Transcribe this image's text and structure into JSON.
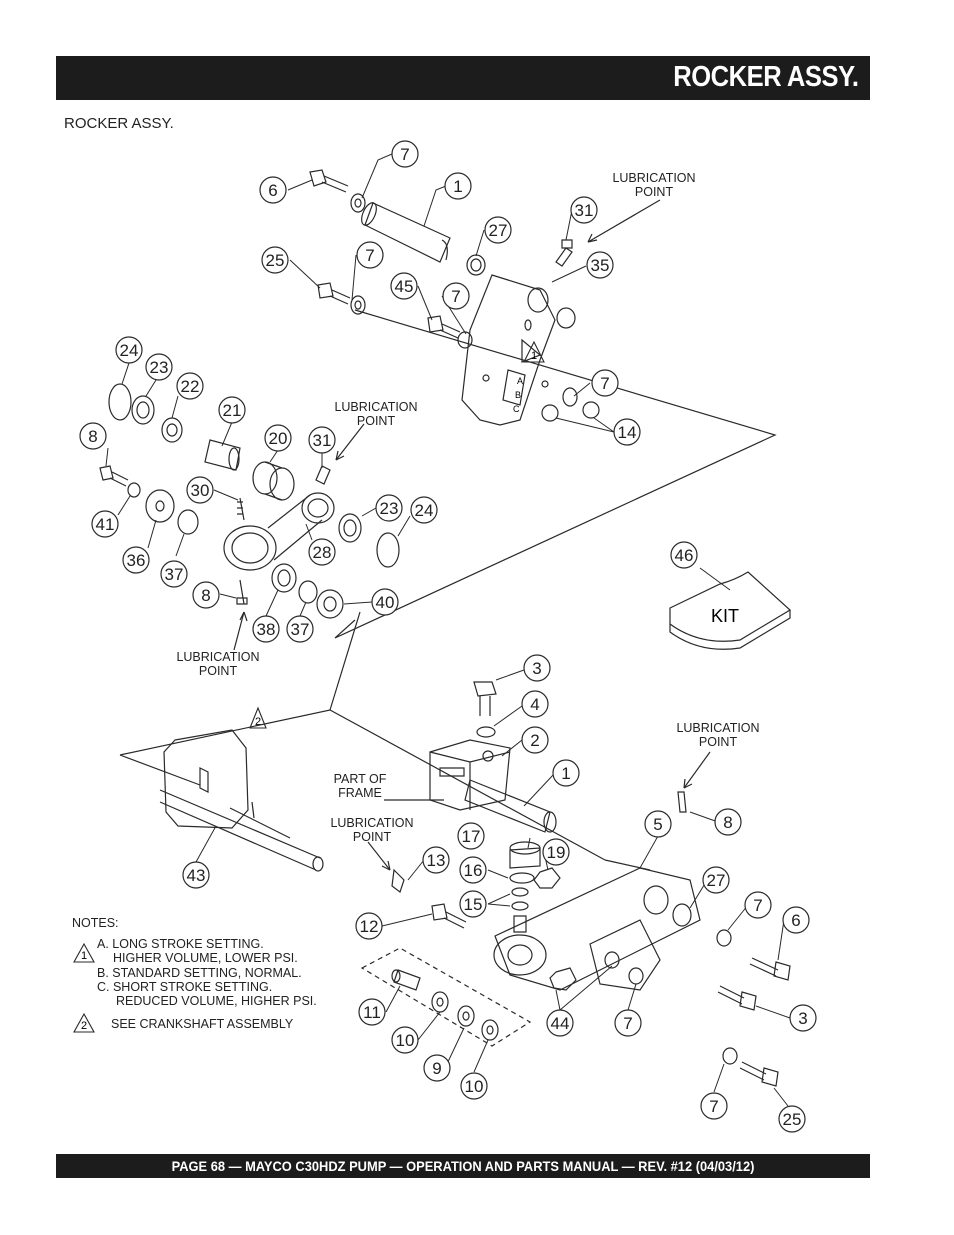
{
  "header": {
    "title": "ROCKER ASSY."
  },
  "section_title": "ROCKER ASSY.",
  "footer": {
    "text": "PAGE 68 — MAYCO C30HDZ PUMP — OPERATION AND PARTS MANUAL — REV. #12 (04/03/12)"
  },
  "labels": {
    "lubrication_point_line1": "LUBRICATION",
    "lubrication_point_line2": "POINT",
    "part_of_frame_line1": "PART OF",
    "part_of_frame_line2": "FRAME",
    "kit": "KIT"
  },
  "callouts": [
    "7",
    "6",
    "1",
    "31",
    "27",
    "25",
    "7",
    "35",
    "45",
    "7",
    "24",
    "23",
    "22",
    "21",
    "7",
    "8",
    "20",
    "31",
    "14",
    "30",
    "41",
    "23",
    "24",
    "36",
    "37",
    "28",
    "8",
    "38",
    "37",
    "40",
    "46",
    "3",
    "4",
    "2",
    "1",
    "8",
    "17",
    "19",
    "5",
    "13",
    "16",
    "15",
    "27",
    "7",
    "6",
    "12",
    "11",
    "10",
    "44",
    "7",
    "3",
    "9",
    "10",
    "7",
    "25",
    "43"
  ],
  "notes": {
    "heading": "NOTES:",
    "marker_1": "1",
    "line_a1": "A. LONG STROKE SETTING.",
    "line_a2": "HIGHER VOLUME, LOWER PSI.",
    "line_b": "B. STANDARD SETTING, NORMAL.",
    "line_c1": "C. SHORT STROKE SETTING.",
    "line_c2": "REDUCED VOLUME, HIGHER PSI.",
    "marker_2": "2",
    "line_2": "SEE CRANKSHAFT ASSEMBLY"
  },
  "slot_letters": [
    "A",
    "B",
    "C"
  ]
}
